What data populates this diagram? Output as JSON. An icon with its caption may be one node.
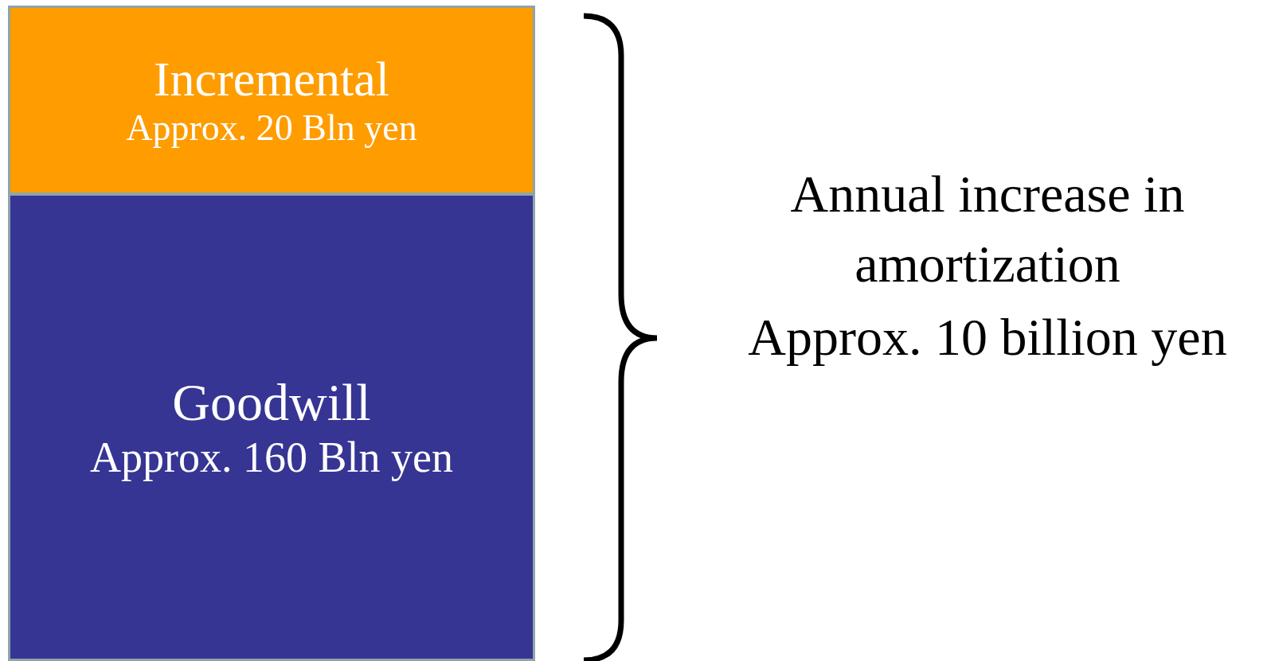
{
  "diagram": {
    "nodes": [
      {
        "text": [
          "Incremental",
          "Approx. 20 Bln yen"
        ]
      },
      {
        "text": [
          "Goodwill",
          "Approx. 160 Bln yen"
        ]
      }
    ],
    "labels": [
      "Annual increase in amortization",
      "Approx. 10 billion yen"
    ]
  }
}
